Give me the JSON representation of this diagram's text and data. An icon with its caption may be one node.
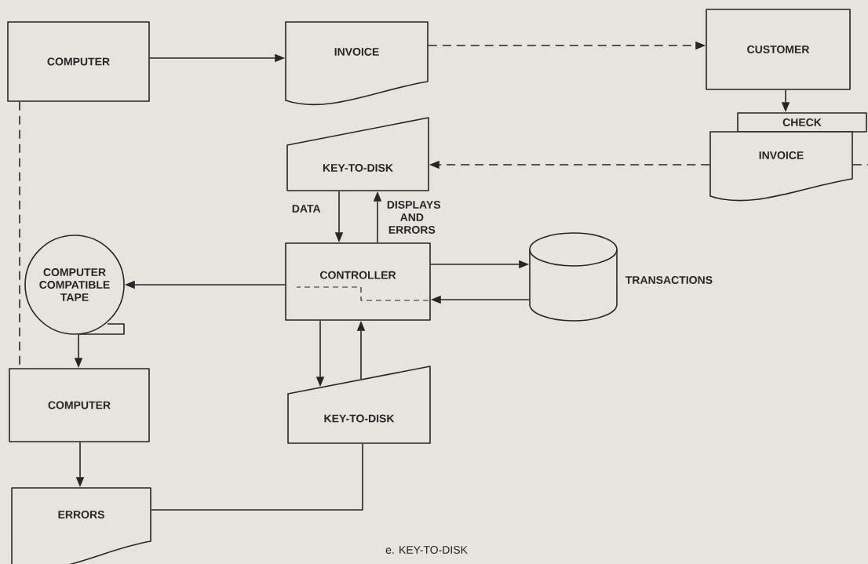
{
  "diagram": {
    "caption": "e. KEY-TO-DISK",
    "nodes": [
      {
        "text": [
          "COMPUTER"
        ]
      },
      {
        "text": [
          "INVOICE"
        ]
      },
      {
        "text": [
          "CUSTOMER"
        ]
      },
      {
        "text": [
          "CHECK"
        ]
      },
      {
        "text": [
          "INVOICE"
        ]
      },
      {
        "text": [
          "KEY-TO-DISK"
        ]
      },
      {
        "text": [
          "CONTROLLER"
        ]
      },
      {
        "text": [],
        "shape": "cylinder",
        "beside": [
          "TRANSACTIONS"
        ]
      },
      {
        "text": [
          "COMPUTER COMPATIBLE TAPE"
        ]
      },
      {
        "text": [
          "COMPUTER"
        ]
      },
      {
        "text": [
          "KEY-TO-DISK"
        ]
      },
      {
        "text": [
          "ERRORS"
        ]
      }
    ],
    "edges": [
      {
        "from": 0,
        "to": 1,
        "arrow": "to"
      },
      {
        "from": 1,
        "to": 2,
        "arrow": "to",
        "style": "dashed"
      },
      {
        "from": 2,
        "to": 3,
        "arrow": "to"
      },
      {
        "from": 4,
        "to": 5,
        "arrow": "to",
        "style": "dashed"
      },
      {
        "from": 4,
        "to": null,
        "arrow": "none",
        "style": "dashed"
      },
      {
        "from": 5,
        "to": 6,
        "arrow": "to",
        "label": "DATA"
      },
      {
        "from": 6,
        "to": 5,
        "arrow": "to",
        "label": "DISPLAYS AND ERRORS"
      },
      {
        "from": 6,
        "to": 7,
        "arrow": "to"
      },
      {
        "from": 7,
        "to": 6,
        "arrow": "to"
      },
      {
        "from": 6,
        "to": 8,
        "arrow": "to"
      },
      {
        "from": 6,
        "to": 10,
        "arrow": "to"
      },
      {
        "from": 10,
        "to": 6,
        "arrow": "to"
      },
      {
        "from": 8,
        "to": 9,
        "arrow": "to"
      },
      {
        "from": 9,
        "to": 11,
        "arrow": "to"
      },
      {
        "from": 0,
        "to": 9,
        "arrow": "none",
        "style": "dashed"
      },
      {
        "from": 10,
        "to": 11,
        "arrow": "none"
      }
    ]
  }
}
